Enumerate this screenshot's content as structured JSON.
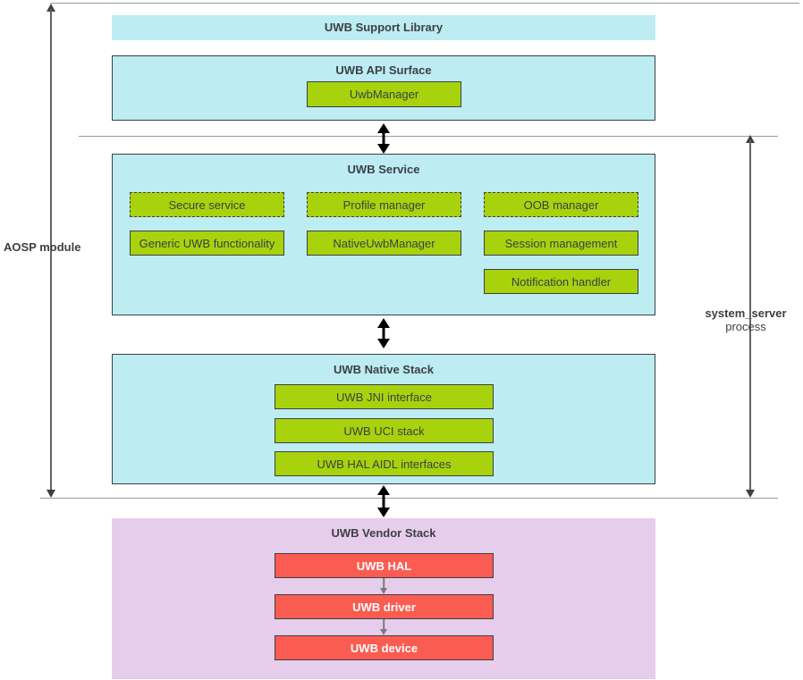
{
  "diagram": {
    "title_hidden": "UWB software architecture stack",
    "side_labels": {
      "left": {
        "text": "AOSP module"
      },
      "right": {
        "line1": "system_server",
        "line2": "process"
      }
    },
    "groups": [
      {
        "id": "support-library",
        "title": "UWB Support Library",
        "fill": "#bdecf3",
        "bordered": false,
        "children": []
      },
      {
        "id": "api-surface",
        "title": "UWB API Surface",
        "fill": "#bdecf3",
        "bordered": true,
        "children": [
          {
            "label": "UwbManager",
            "style": "solid"
          }
        ]
      },
      {
        "id": "uwb-service",
        "title": "UWB Service",
        "fill": "#bdecf3",
        "bordered": true,
        "children": [
          {
            "label": "Secure service",
            "style": "dashed"
          },
          {
            "label": "Profile manager",
            "style": "dashed"
          },
          {
            "label": "OOB manager",
            "style": "dashed"
          },
          {
            "label": "Generic UWB functionality",
            "style": "solid"
          },
          {
            "label": "NativeUwbManager",
            "style": "solid"
          },
          {
            "label": "Session management",
            "style": "solid"
          },
          {
            "label": "Notification handler",
            "style": "solid"
          }
        ]
      },
      {
        "id": "native-stack",
        "title": "UWB Native Stack",
        "fill": "#bdecf3",
        "bordered": true,
        "children": [
          {
            "label": "UWB JNI interface",
            "style": "solid"
          },
          {
            "label": "UWB UCI stack",
            "style": "solid"
          },
          {
            "label": "UWB HAL AIDL interfaces",
            "style": "solid"
          }
        ]
      },
      {
        "id": "vendor-stack",
        "title": "UWB Vendor Stack",
        "fill": "#e7cdec",
        "bordered": false,
        "children": [
          {
            "label": "UWB HAL",
            "style": "red"
          },
          {
            "label": "UWB driver",
            "style": "red"
          },
          {
            "label": "UWB device",
            "style": "red"
          }
        ]
      }
    ],
    "colors": {
      "group_blue": "#bdecf3",
      "group_purple": "#e7cdec",
      "chip_green": "#a8d20c",
      "chip_red": "#fb5c51",
      "border_dark": "#3c4043",
      "rule_gray": "#9a9a9a",
      "arrow_black": "#000000",
      "arrow_gray": "#7a7a7a"
    }
  }
}
